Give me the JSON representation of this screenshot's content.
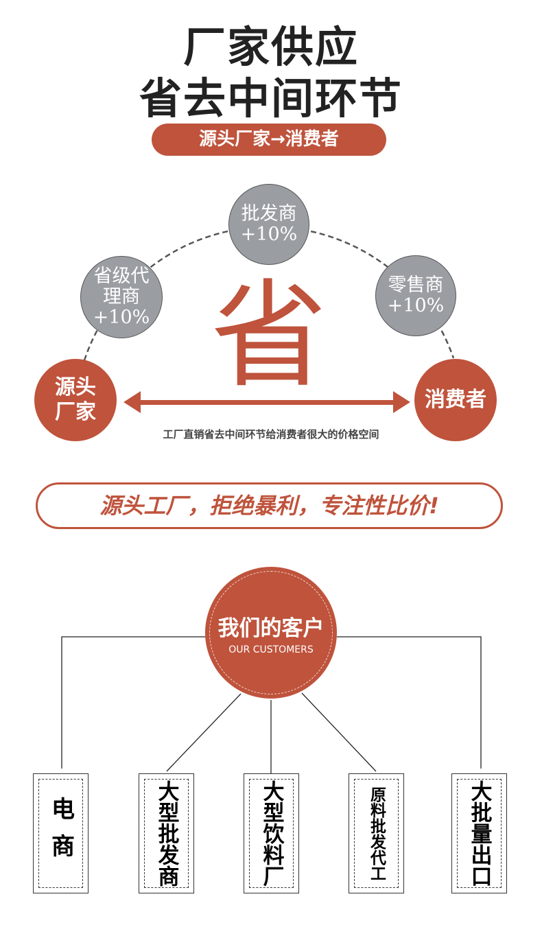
{
  "header": {
    "title_line1": "厂家供应",
    "title_line2": "省去中间环节",
    "pill": "源头厂家→消费者"
  },
  "diagram": {
    "intermediaries": [
      {
        "label": "省级代理商",
        "markup": "+10%"
      },
      {
        "label": "批发商",
        "markup": "+10%"
      },
      {
        "label": "零售商",
        "markup": "+10%"
      }
    ],
    "source": "源头厂家",
    "source_line1": "源头",
    "source_line2": "厂家",
    "consumer": "消费者",
    "big_char": "省",
    "caption": "工厂直销省去中间环节给消费者很大的价格空间"
  },
  "slogan": "源头工厂，拒绝暴利，专注性比价!",
  "customers": {
    "title": "我们的客户",
    "subtitle": "OUR CUSTOMERS",
    "items": [
      "电商",
      "大型批发商",
      "大型饮料厂",
      "原料批发代工",
      "大批量出口"
    ]
  },
  "colors": {
    "accent": "#bf533c",
    "gray": "#9a9ea3"
  }
}
